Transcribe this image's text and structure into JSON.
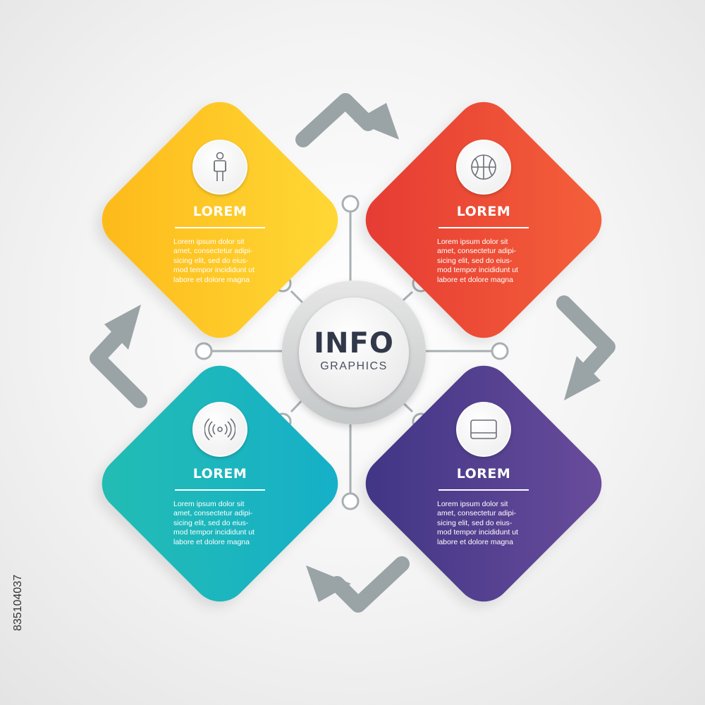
{
  "center": {
    "title": "INFO",
    "subtitle": "GRAPHICS"
  },
  "cards": [
    {
      "key": "yellow",
      "title": "LOREM",
      "icon": "person-icon",
      "color_start": "#ffd936",
      "color_end": "#fdb919",
      "lines": [
        "Lorem ipsum dolor sit",
        "amet, consectetur adipi-",
        "sicing elit, sed do eius-",
        "mod tempor incididunt ut",
        "labore et dolore magna"
      ]
    },
    {
      "key": "red",
      "title": "LOREM",
      "icon": "basketball-icon",
      "color_start": "#f5613a",
      "color_end": "#e53a33",
      "lines": [
        "Lorem ipsum dolor sit",
        "amet, consectetur adipi-",
        "sicing elit, sed do eius-",
        "mod tempor incididunt ut",
        "labore et dolore magna"
      ]
    },
    {
      "key": "teal",
      "title": "LOREM",
      "icon": "signal-icon",
      "color_start": "#15afc9",
      "color_end": "#23bdb3",
      "lines": [
        "Lorem ipsum dolor sit",
        "amet, consectetur adipi-",
        "sicing elit, sed do eius-",
        "mod tempor incididunt ut",
        "labore et dolore magna"
      ]
    },
    {
      "key": "purple",
      "title": "LOREM",
      "icon": "card-icon",
      "color_start": "#6a4d9c",
      "color_end": "#3f3484",
      "lines": [
        "Lorem ipsum dolor sit",
        "amet, consectetur adipi-",
        "sicing elit, sed do eius-",
        "mod tempor incididunt ut",
        "labore et dolore magna"
      ]
    }
  ],
  "colors": {
    "arrow": "#9aa3a6",
    "connector": "#a9b0b3"
  },
  "side_text": "835104037"
}
